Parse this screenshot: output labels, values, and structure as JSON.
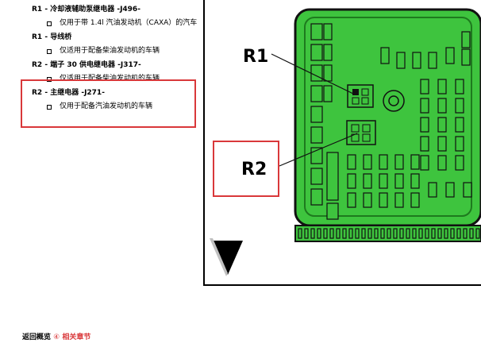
{
  "list": [
    {
      "kind": "title",
      "text": "R1 - 冷却液辅助泵继电器 -J496-"
    },
    {
      "kind": "sub",
      "text": "仅用于带 1.4l 汽油发动机（CAXA）的汽车"
    },
    {
      "kind": "title",
      "text": "R1 - 导线桥"
    },
    {
      "kind": "sub",
      "text": "仅适用于配备柴油发动机的车辆"
    },
    {
      "kind": "title",
      "text": "R2 - 端子 30 供电继电器 -J317-"
    },
    {
      "kind": "sub",
      "text": "仅适用于配备柴油发动机的车辆"
    },
    {
      "kind": "title",
      "text": "R2 - 主继电器 -J271-"
    },
    {
      "kind": "sub",
      "text": "仅用于配备汽油发动机的车辆"
    }
  ],
  "diagram": {
    "label_r1": "R1",
    "label_r2": "R2",
    "box_color": "#3ec43e",
    "highlight_color": "#d9383a"
  },
  "footer": {
    "back_text": "返回概览",
    "circle_glyph": "④",
    "related_text": "相关章节"
  }
}
